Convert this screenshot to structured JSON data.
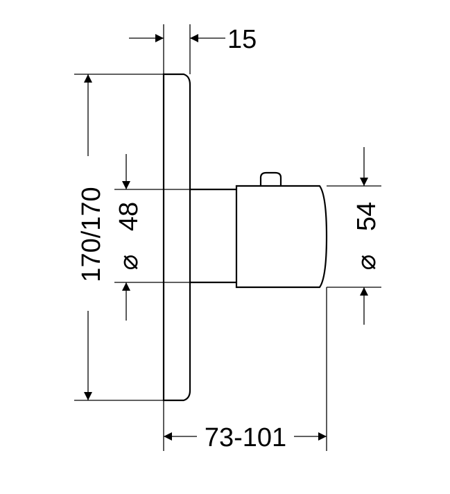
{
  "dimensions": {
    "top_depth": "15",
    "height": "170/170",
    "inner_diameter": "48",
    "outer_diameter": "54",
    "projection": "73-101",
    "diameter_symbol": "⌀"
  },
  "colors": {
    "ink": "#000000",
    "background": "#ffffff"
  }
}
